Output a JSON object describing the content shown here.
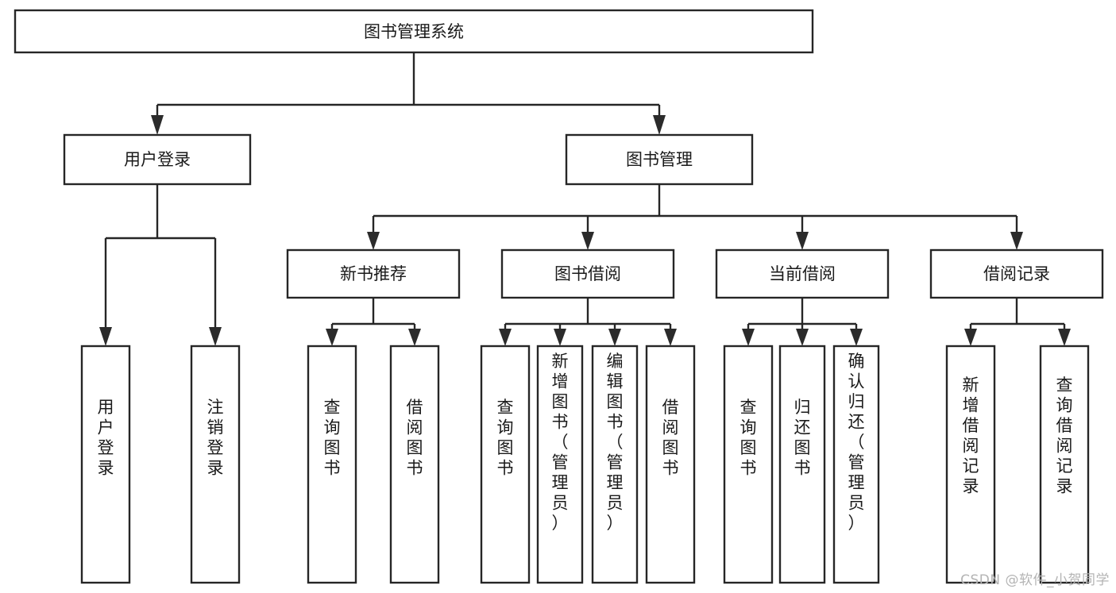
{
  "diagram": {
    "type": "tree-hierarchy",
    "title": "图书管理系统",
    "watermark": "CSDN @软件_小贺同学",
    "colors": {
      "box_stroke": "#262626",
      "box_fill": "#ffffff",
      "connector": "#262626",
      "text": "#1a1a1a",
      "watermark": "#b4b4b4",
      "background": "#ffffff"
    },
    "levels": {
      "level0": [
        {
          "id": "root",
          "label": "图书管理系统",
          "orientation": "horizontal"
        }
      ],
      "level1": [
        {
          "id": "user-login",
          "label": "用户登录",
          "orientation": "horizontal",
          "parent": "root"
        },
        {
          "id": "book-manage",
          "label": "图书管理",
          "orientation": "horizontal",
          "parent": "root"
        }
      ],
      "level2": [
        {
          "id": "new-book-recommend",
          "label": "新书推荐",
          "orientation": "horizontal",
          "parent": "book-manage"
        },
        {
          "id": "book-borrow",
          "label": "图书借阅",
          "orientation": "horizontal",
          "parent": "book-manage"
        },
        {
          "id": "current-borrow",
          "label": "当前借阅",
          "orientation": "horizontal",
          "parent": "book-manage"
        },
        {
          "id": "borrow-record",
          "label": "借阅记录",
          "orientation": "horizontal",
          "parent": "book-manage"
        }
      ],
      "level3": [
        {
          "id": "leaf-user-login",
          "label": "用户登录",
          "orientation": "vertical",
          "parent": "user-login"
        },
        {
          "id": "leaf-logout-login",
          "label": "注销登录",
          "orientation": "vertical",
          "parent": "user-login"
        },
        {
          "id": "leaf-query-book-1",
          "label": "查询图书",
          "orientation": "vertical",
          "parent": "new-book-recommend"
        },
        {
          "id": "leaf-borrow-book-1",
          "label": "借阅图书",
          "orientation": "vertical",
          "parent": "new-book-recommend"
        },
        {
          "id": "leaf-query-book-2",
          "label": "查询图书",
          "orientation": "vertical",
          "parent": "book-borrow"
        },
        {
          "id": "leaf-add-book",
          "label": "新增图书（管理员）",
          "orientation": "vertical",
          "parent": "book-borrow"
        },
        {
          "id": "leaf-edit-book",
          "label": "编辑图书（管理员）",
          "orientation": "vertical",
          "parent": "book-borrow"
        },
        {
          "id": "leaf-borrow-book-2",
          "label": "借阅图书",
          "orientation": "vertical",
          "parent": "book-borrow"
        },
        {
          "id": "leaf-query-book-3",
          "label": "查询图书",
          "orientation": "vertical",
          "parent": "current-borrow"
        },
        {
          "id": "leaf-return-book",
          "label": "归还图书",
          "orientation": "vertical",
          "parent": "current-borrow"
        },
        {
          "id": "leaf-confirm-return",
          "label": "确认归还（管理员）",
          "orientation": "vertical",
          "parent": "current-borrow"
        },
        {
          "id": "leaf-add-record",
          "label": "新增借阅记录",
          "orientation": "vertical",
          "parent": "borrow-record"
        },
        {
          "id": "leaf-query-record",
          "label": "查询借阅记录",
          "orientation": "vertical",
          "parent": "borrow-record"
        }
      ]
    }
  }
}
